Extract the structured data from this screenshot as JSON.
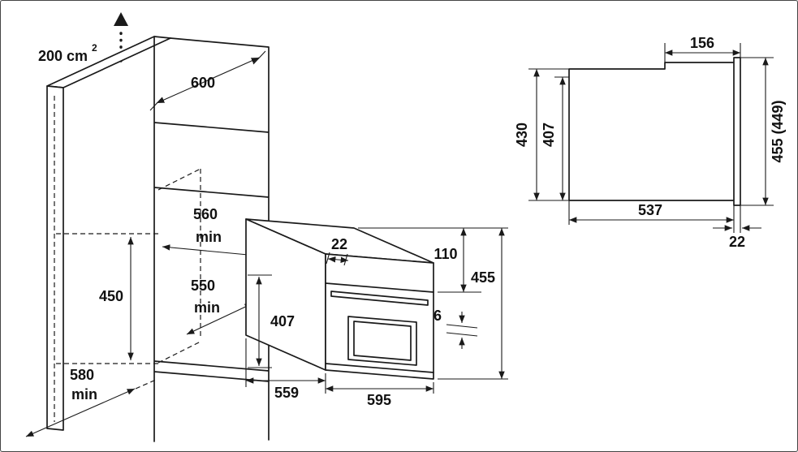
{
  "diagram": {
    "line_color": "#1a1a1a",
    "background": "#ffffff"
  },
  "cabinet": {
    "vent_area": "200 cm",
    "vent_area_exp": "2",
    "depth_top": "600",
    "niche_width": "560",
    "niche_width_qual": "min",
    "niche_depth": "550",
    "niche_depth_qual": "min",
    "niche_height": "450",
    "base_depth": "580",
    "base_depth_qual": "min"
  },
  "oven": {
    "top_frame_depth": "22",
    "control_panel_height": "110",
    "total_height": "455",
    "body_height": "407",
    "clearance_gap": "6",
    "body_depth": "559",
    "width": "595"
  },
  "side_view": {
    "top_recess_depth": "156",
    "niche_height": "430",
    "body_height": "407",
    "front_height": "455 (449)",
    "body_depth": "537",
    "door_thickness": "22"
  }
}
